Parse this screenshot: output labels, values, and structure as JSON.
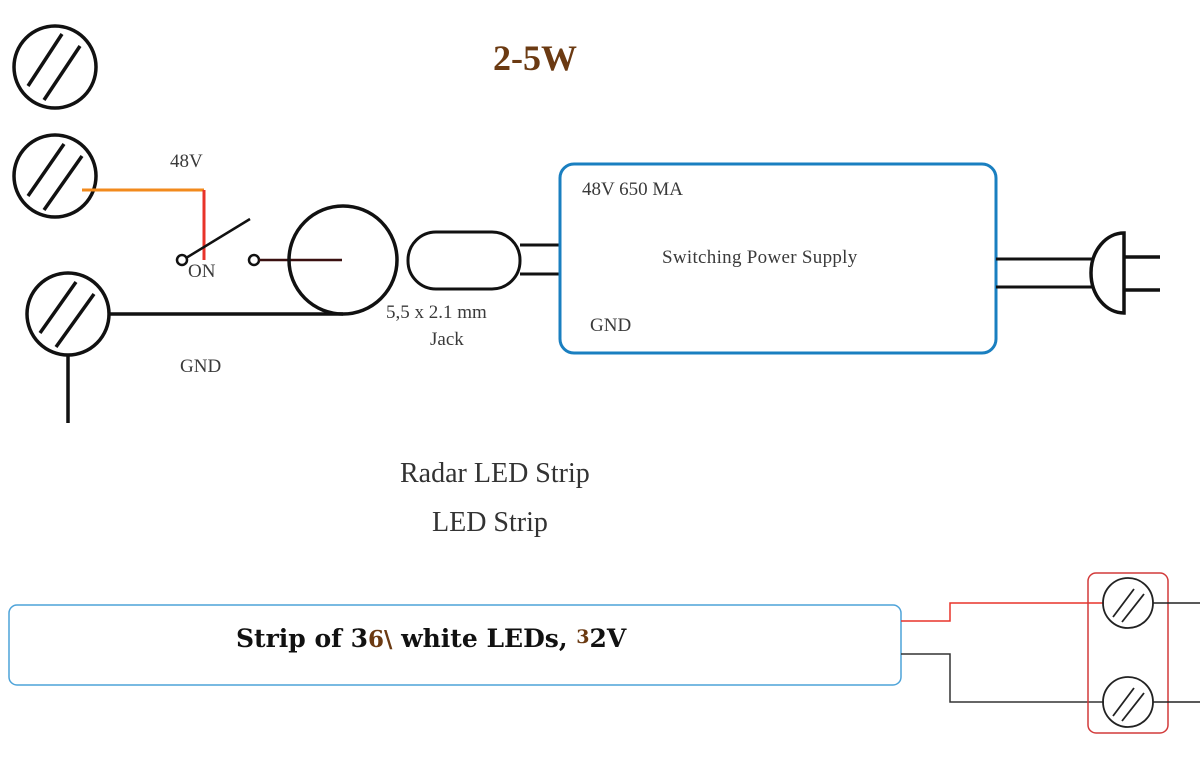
{
  "title": "2-5W",
  "labels": {
    "voltage": "48V",
    "switch_state": "ON",
    "ground_left": "GND",
    "jack_size": "5,5 x 2.1 mm",
    "jack": "Jack",
    "psu_rating": "48V 650 MA",
    "psu_name": "Switching Power Supply",
    "psu_ground": "GND",
    "radar_strip": "Radar LED Strip",
    "led_strip": "LED Strip"
  },
  "strip": {
    "prefix": "Strip of 3",
    "mark1": "6\\",
    "middle": " white LEDs, ",
    "mark2": "3",
    "suffix": "2V"
  },
  "colors": {
    "psu_border": "#1a7fc0",
    "strip_border": "#4da3d9",
    "terminal_block_border": "#d23a3a",
    "wire_positive": "#e8332a",
    "wire_orange": "#f28a1c",
    "wire_dark": "#3a1010",
    "line_black": "#111111",
    "title_color": "#6b3a12"
  }
}
